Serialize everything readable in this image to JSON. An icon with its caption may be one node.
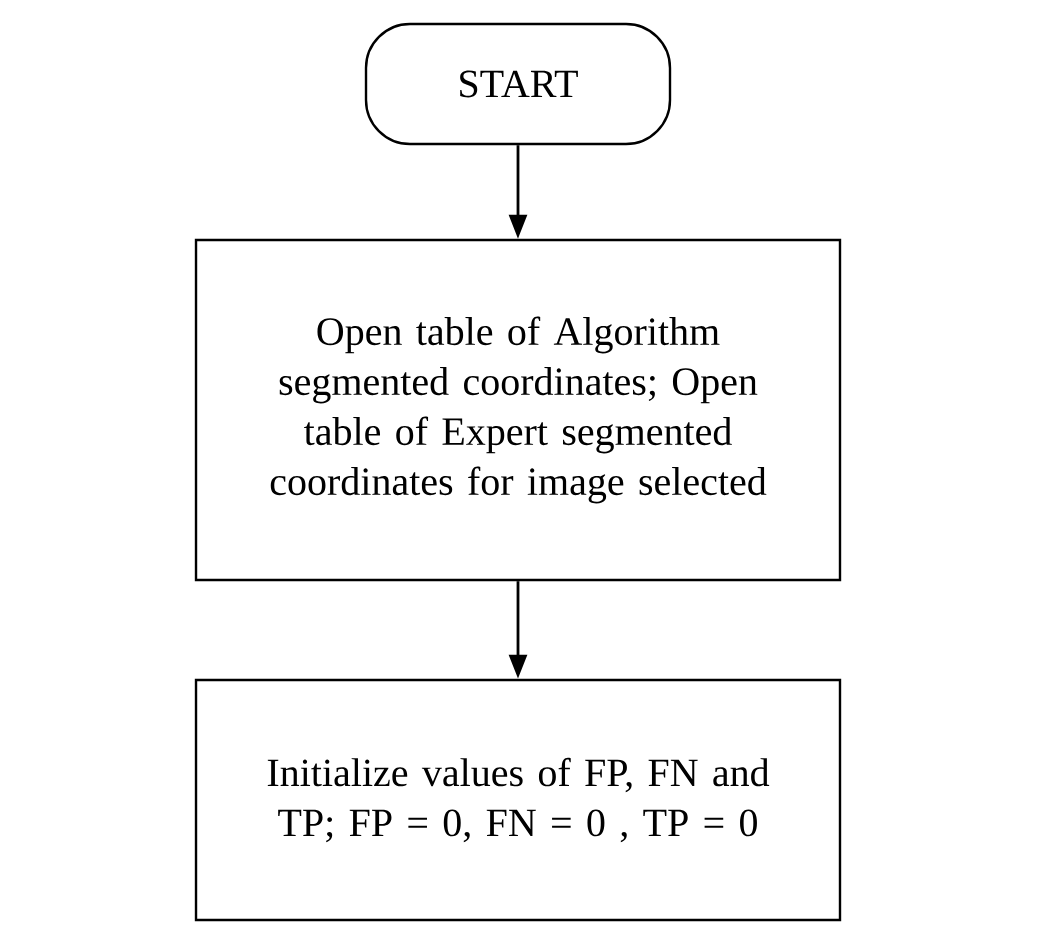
{
  "diagram": {
    "nodes": [
      {
        "text": [
          "START"
        ]
      },
      {
        "text": [
          "Open table of Algorithm segmented coordinates; Open table of Expert segmented coordinates for image selected"
        ]
      },
      {
        "text": [
          "Initialize values of FP, FN and TP; FP = 0, FN = 0 , TP = 0"
        ]
      }
    ],
    "edges": [
      {
        "from": 0,
        "to": 1,
        "arrow": "to"
      },
      {
        "from": 1,
        "to": 2,
        "arrow": "to"
      }
    ]
  }
}
